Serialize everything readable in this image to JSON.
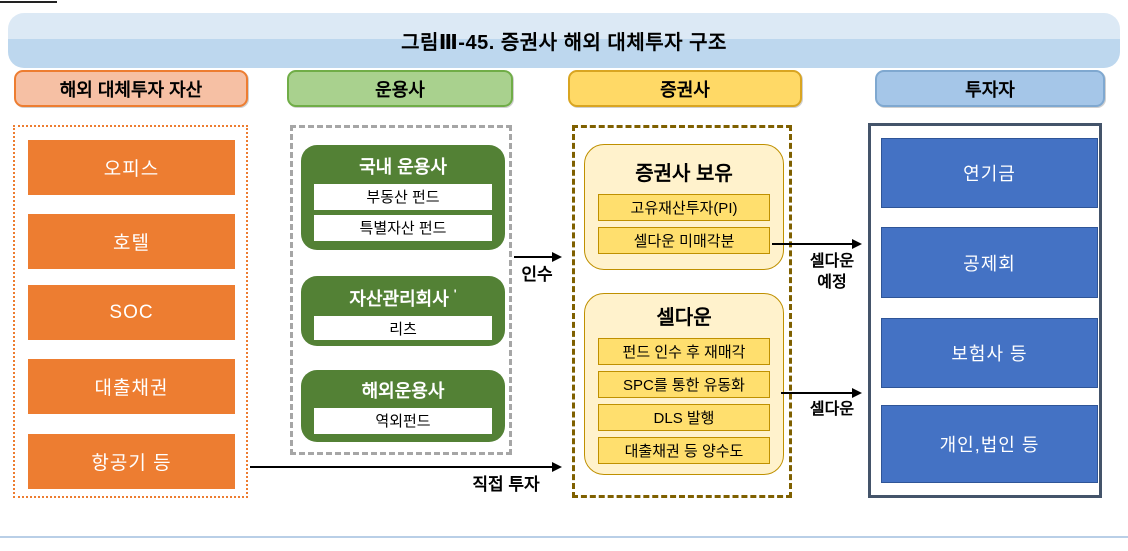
{
  "figure_title": "그림Ⅲ-45. 증권사 해외 대체투자 구조",
  "columns": {
    "assets": {
      "header": "해외 대체투자 자산",
      "items": [
        "오피스",
        "호텔",
        "SOC",
        "대출채권",
        "항공기 등"
      ]
    },
    "managers": {
      "header": "운용사",
      "groups": [
        {
          "title": "국내 운용사",
          "items": [
            "부동산 펀드",
            "특별자산 펀드"
          ]
        },
        {
          "title": "자산관리회사",
          "mark": "'",
          "items": [
            "리츠"
          ]
        },
        {
          "title": "해외운용사",
          "items": [
            "역외펀드"
          ]
        }
      ]
    },
    "securities": {
      "header": "증권사",
      "groups": [
        {
          "title": "증권사 보유",
          "items": [
            "고유재산투자(PI)",
            "셀다운 미매각분"
          ]
        },
        {
          "title": "셀다운",
          "items": [
            "펀드 인수 후 재매각",
            "SPC를 통한 유동화",
            "DLS 발행",
            "대출채권 등 양수도"
          ]
        }
      ]
    },
    "investors": {
      "header": "투자자",
      "items": [
        "연기금",
        "공제회",
        "보험사 등",
        "개인,법인 등"
      ]
    }
  },
  "arrows": {
    "acquire": {
      "label": "인수"
    },
    "selldown_planned": {
      "line1": "셀다운",
      "line2": "예정"
    },
    "selldown": {
      "label": "셀다운"
    },
    "direct_invest": {
      "label": "직접 투자"
    }
  },
  "colors": {
    "title_top": "#DCE9F5",
    "title_main": "#BDD7EE",
    "asset_header": "#F6C0A4",
    "asset_accent": "#ED7D31",
    "asset_box": "#ED7D31",
    "manager_header": "#A9D18E",
    "manager_accent": "#70AD47",
    "manager_dash": "#A6A6A6",
    "manager_box": "#538135",
    "sec_header": "#FFD966",
    "sec_header_border": "#D9A521",
    "sec_group": "#FFF2CC",
    "sec_item": "#FFDF6E",
    "sec_accent": "#BF9000",
    "sec_dash": "#7F6000",
    "inv_header": "#A5C6E8",
    "inv_header_border": "#7FA8D0",
    "inv_frame": "#44546A",
    "inv_box": "#4472C4",
    "inv_box_border": "#2F5597",
    "rule": "#B9CFE7"
  }
}
